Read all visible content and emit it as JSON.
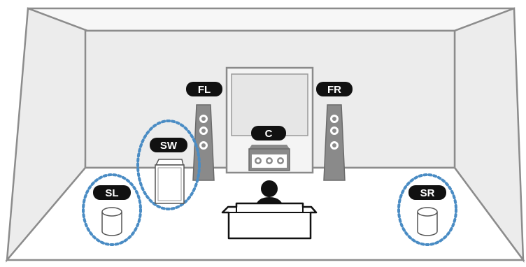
{
  "labels": {
    "front_left": "FL",
    "front_right": "FR",
    "center": "C",
    "subwoofer": "SW",
    "surround_left": "SL",
    "surround_right": "SR"
  },
  "colors": {
    "wall_fill": "#ececec",
    "wall_stroke": "#8c8c8c",
    "badge_fill": "#111111",
    "highlight_dots": "#4a8cc4",
    "speaker_body": "#8a8a8a"
  },
  "icons": {
    "front_speakers": "tower-speaker-icon",
    "center_speaker": "center-speaker-icon",
    "subwoofer": "subwoofer-icon",
    "surround_speakers": "cylinder-speaker-icon",
    "listener": "person-icon",
    "sofa": "sofa-icon",
    "screen": "tv-screen-icon"
  }
}
